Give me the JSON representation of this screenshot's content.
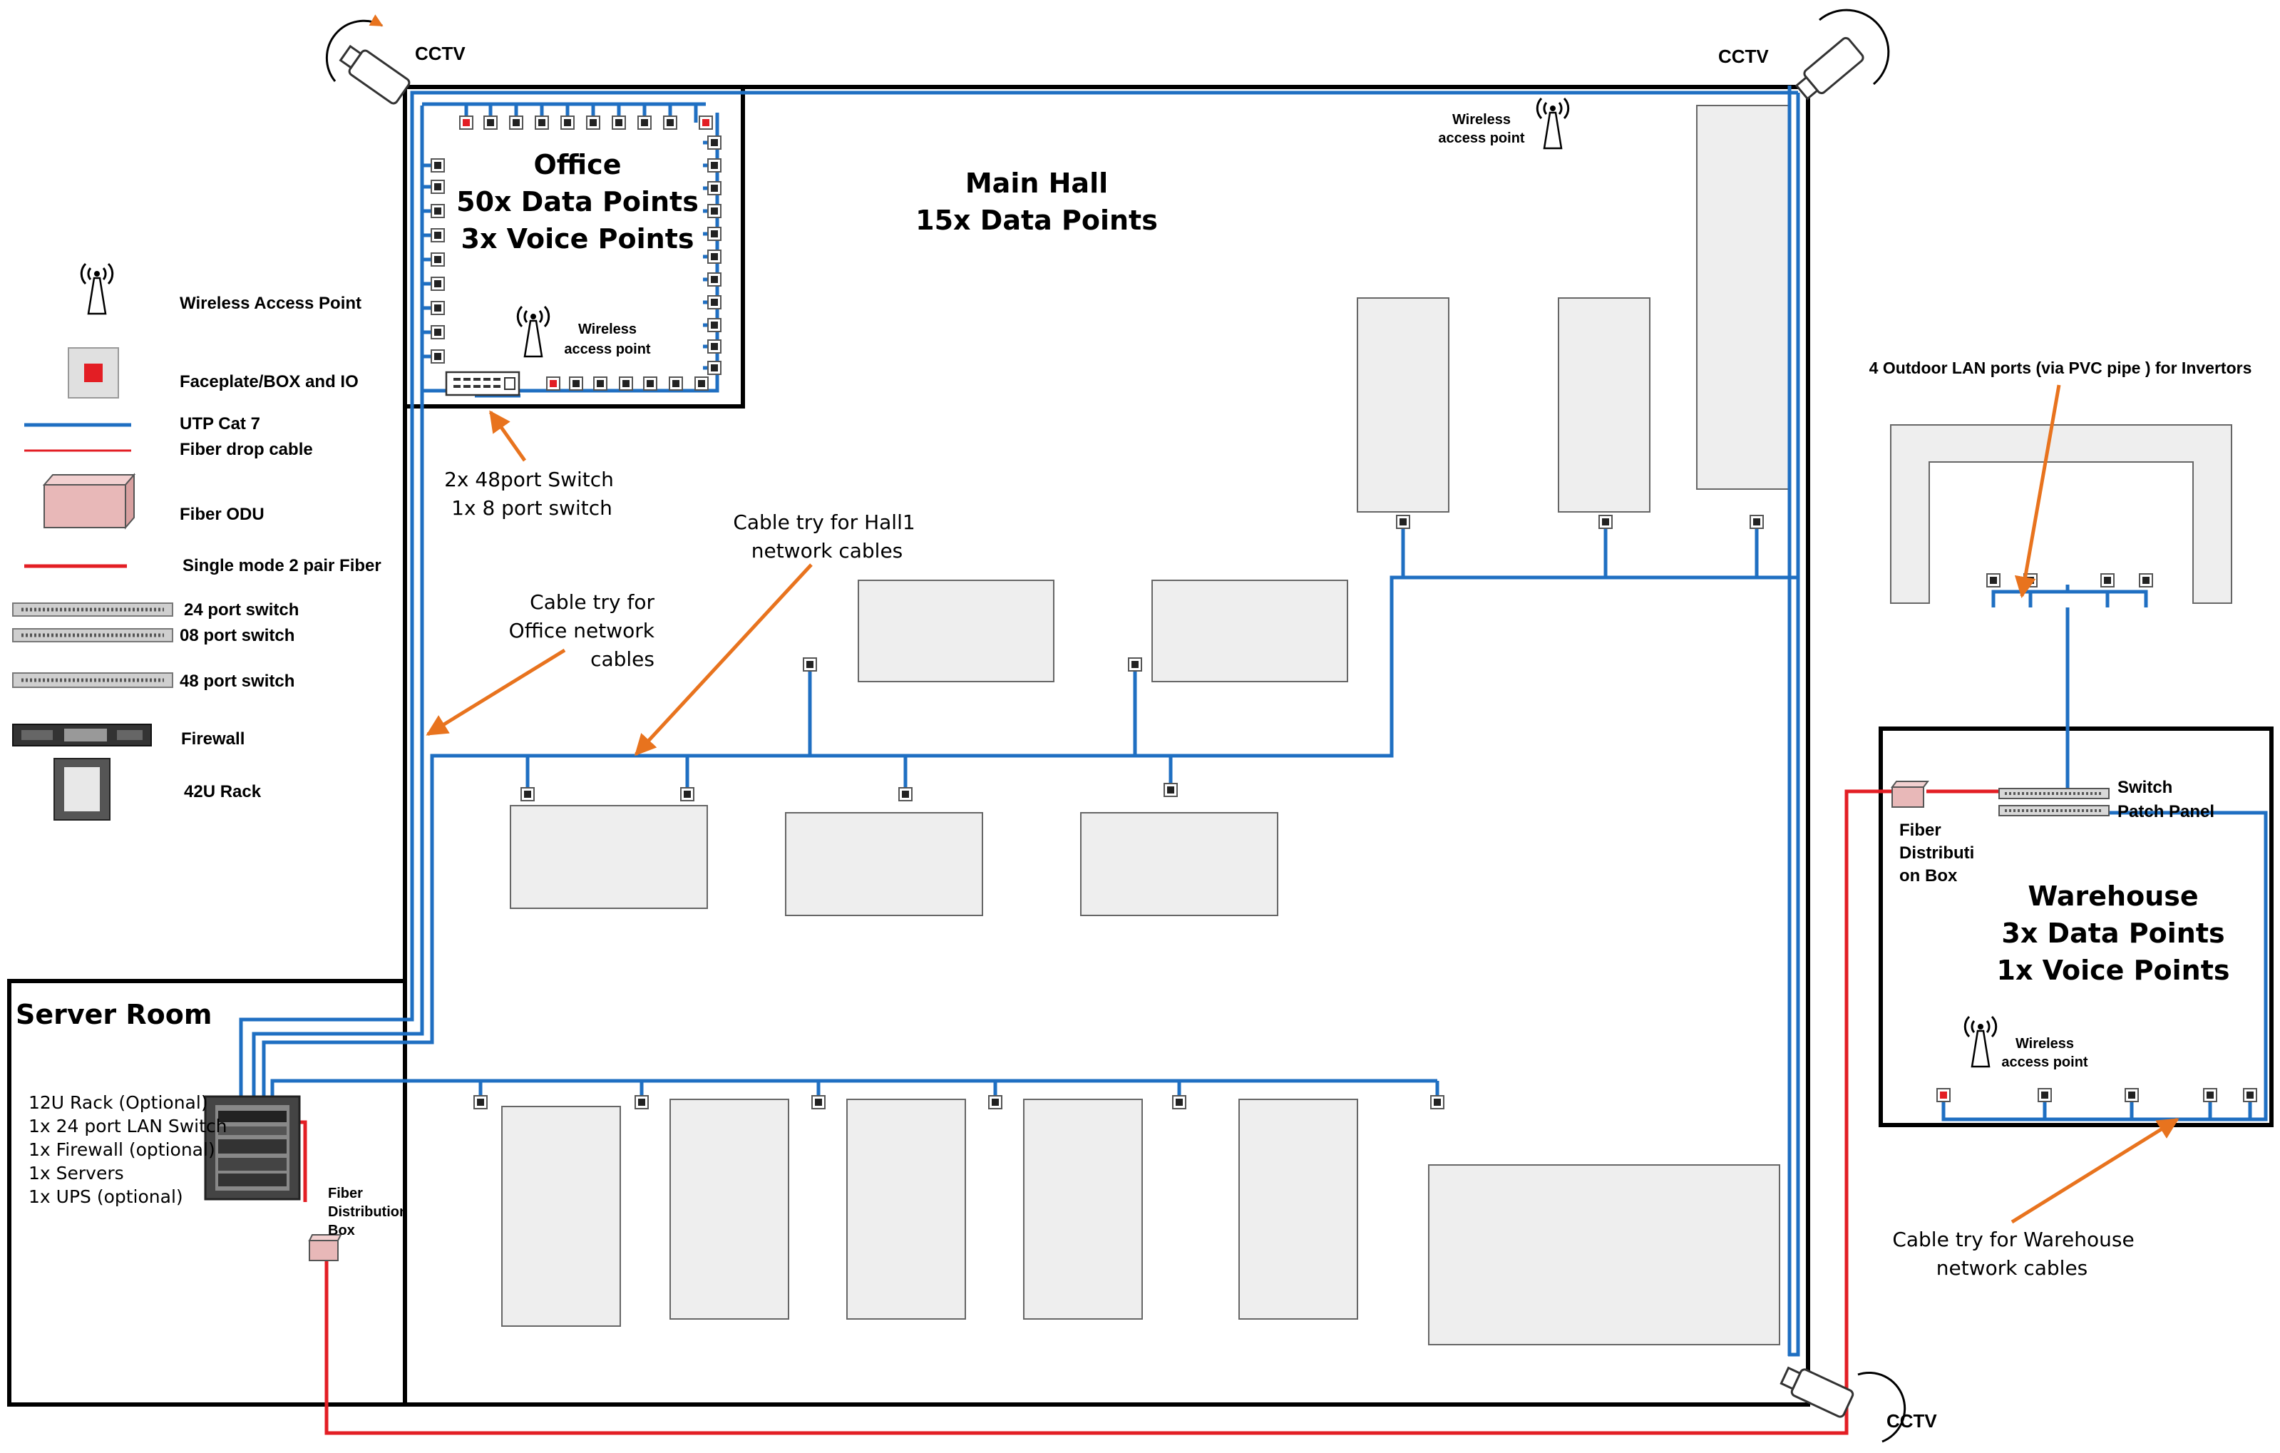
{
  "colors": {
    "utp": "#1f6fc2",
    "fiber": "#e31e24",
    "arrow": "#e8731e",
    "furniture": "#eeeeee",
    "odu": "#e8b8b8",
    "wall": "#000000"
  },
  "cameras": {
    "label": "CCTV"
  },
  "legend": {
    "wireless": "Wireless Access Point",
    "faceplate": "Faceplate/BOX and IO",
    "utp": "UTP Cat 7",
    "fiber_drop": "Fiber drop cable",
    "odu": "Fiber ODU",
    "single_mode": "Single mode 2 pair Fiber",
    "sw24": "24 port switch",
    "sw08": "08 port switch",
    "sw48": "48 port switch",
    "firewall": "Firewall",
    "rack": "42U Rack"
  },
  "office": {
    "title": "Office",
    "line1": "50x Data Points",
    "line2": "3x Voice Points",
    "wap_line1": "Wireless",
    "wap_line2": "access point"
  },
  "main_hall": {
    "title": "Main Hall",
    "line1": "15x Data Points",
    "wap_line1": "Wireless",
    "wap_line2": "access point"
  },
  "warehouse": {
    "title": "Warehouse",
    "line1": "3x Data Points",
    "line2": "1x Voice Points",
    "wap_line1": "Wireless",
    "wap_line2": "access point",
    "switch": "Switch",
    "patch": "Patch Panel",
    "fdb_1": "Fiber",
    "fdb_2": "Distributi",
    "fdb_3": "on Box"
  },
  "server_room": {
    "title": "Server Room",
    "items": [
      "12U Rack (Optional)",
      "1x 24 port LAN Switch",
      "1x Firewall (optional)",
      "1x Servers",
      "1x UPS (optional)"
    ],
    "fdb_1": "Fiber",
    "fdb_2": "Distribution",
    "fdb_3": "Box"
  },
  "annotations": {
    "switch_note_1": "2x 48port Switch",
    "switch_note_2": "1x 8 port switch",
    "hall_tray_1": "Cable try for Hall1",
    "hall_tray_2": "network cables",
    "office_tray_1": "Cable try for",
    "office_tray_2": "Office network",
    "office_tray_3": "cables",
    "outdoor": "4 Outdoor LAN ports (via PVC pipe ) for Invertors",
    "wh_tray_1": "Cable try for Warehouse",
    "wh_tray_2": "network cables"
  }
}
